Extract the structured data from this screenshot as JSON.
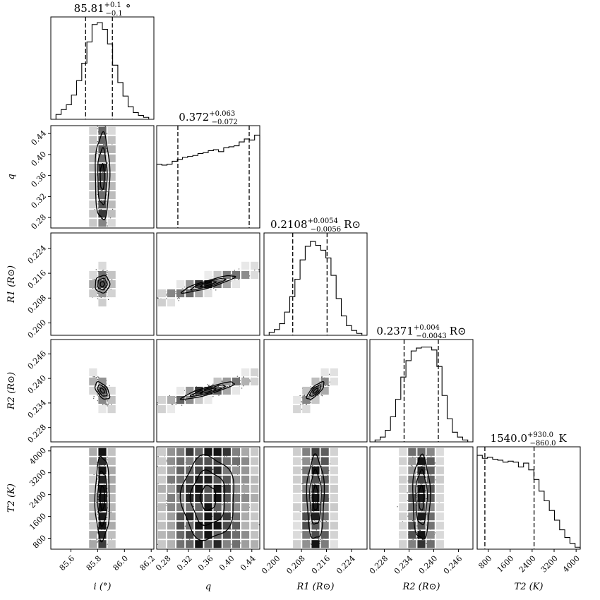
{
  "chart_data": {
    "type": "corner",
    "parameters": [
      {
        "key": "inc",
        "axis_label": "i (°)",
        "ticks": [
          "85.6",
          "85.8",
          "86.0",
          "86.2"
        ],
        "range": [
          85.45,
          86.22
        ],
        "summary": {
          "median": "85.81",
          "plus": "+0.1",
          "minus": "−0.1",
          "unit": "°"
        },
        "quantiles": [
          85.71,
          85.91
        ]
      },
      {
        "key": "q",
        "axis_label": "q",
        "ticks": [
          "0.28",
          "0.32",
          "0.36",
          "0.40",
          "0.44"
        ],
        "range": [
          0.26,
          0.455
        ],
        "summary": {
          "median": "0.372",
          "plus": "+0.063",
          "minus": "−0.072",
          "unit": ""
        },
        "quantiles": [
          0.3,
          0.435
        ]
      },
      {
        "key": "R1",
        "axis_label": "R1 (R⊙)",
        "ticks": [
          "0.200",
          "0.208",
          "0.216",
          "0.224"
        ],
        "range": [
          0.196,
          0.229
        ],
        "summary": {
          "median": "0.2108",
          "plus": "+0.0054",
          "minus": "−0.0056",
          "unit": "R⊙"
        },
        "quantiles": [
          0.2052,
          0.2162
        ]
      },
      {
        "key": "R2",
        "axis_label": "R2 (R⊙)",
        "ticks": [
          "0.228",
          "0.234",
          "0.240",
          "0.246"
        ],
        "range": [
          0.2245,
          0.2495
        ],
        "summary": {
          "median": "0.2371",
          "plus": "+0.004",
          "minus": "−0.0043",
          "unit": "R⊙"
        },
        "quantiles": [
          0.2328,
          0.2411
        ]
      },
      {
        "key": "T2",
        "axis_label": "T2 (K)",
        "ticks": [
          "800",
          "1600",
          "2400",
          "3200",
          "4000"
        ],
        "range": [
          400,
          4150
        ],
        "summary": {
          "median": "1540.0",
          "plus": "+930.0",
          "minus": "−860.0",
          "unit": "K"
        },
        "quantiles": [
          680,
          2470
        ]
      }
    ],
    "y_ticks": {
      "q": [
        "0.28",
        "0.32",
        "0.36",
        "0.40",
        "0.44"
      ],
      "R1": [
        "0.200",
        "0.208",
        "0.216",
        "0.224"
      ],
      "R2": [
        "0.228",
        "0.234",
        "0.240",
        "0.246"
      ],
      "T2": [
        "800",
        "1600",
        "2400",
        "3200",
        "4000"
      ]
    },
    "histograms": {
      "inc": [
        0,
        0.05,
        0.1,
        0.15,
        0.25,
        0.4,
        0.58,
        0.8,
        0.98,
        1.0,
        0.93,
        0.78,
        0.56,
        0.38,
        0.24,
        0.13,
        0.07,
        0.04,
        0.02,
        0
      ],
      "q": [
        0.66,
        0.65,
        0.66,
        0.69,
        0.71,
        0.73,
        0.74,
        0.75,
        0.77,
        0.78,
        0.8,
        0.81,
        0.79,
        0.83,
        0.84,
        0.85,
        0.89,
        0.92,
        0.91,
        0.96
      ],
      "R1": [
        0,
        0.03,
        0.06,
        0.12,
        0.24,
        0.4,
        0.58,
        0.78,
        0.92,
        0.97,
        0.93,
        0.88,
        0.8,
        0.62,
        0.38,
        0.2,
        0.1,
        0.05,
        0.02,
        0
      ],
      "R2": [
        0,
        0.02,
        0.05,
        0.12,
        0.26,
        0.44,
        0.67,
        0.84,
        0.94,
        0.97,
        0.98,
        0.98,
        0.95,
        0.78,
        0.48,
        0.24,
        0.1,
        0.05,
        0.02,
        0
      ],
      "T2": [
        0.97,
        0.94,
        0.95,
        0.93,
        0.92,
        0.9,
        0.91,
        0.9,
        0.85,
        0.89,
        0.82,
        0.72,
        0.6,
        0.5,
        0.4,
        0.3,
        0.2,
        0.12,
        0.06,
        0.02
      ]
    }
  }
}
